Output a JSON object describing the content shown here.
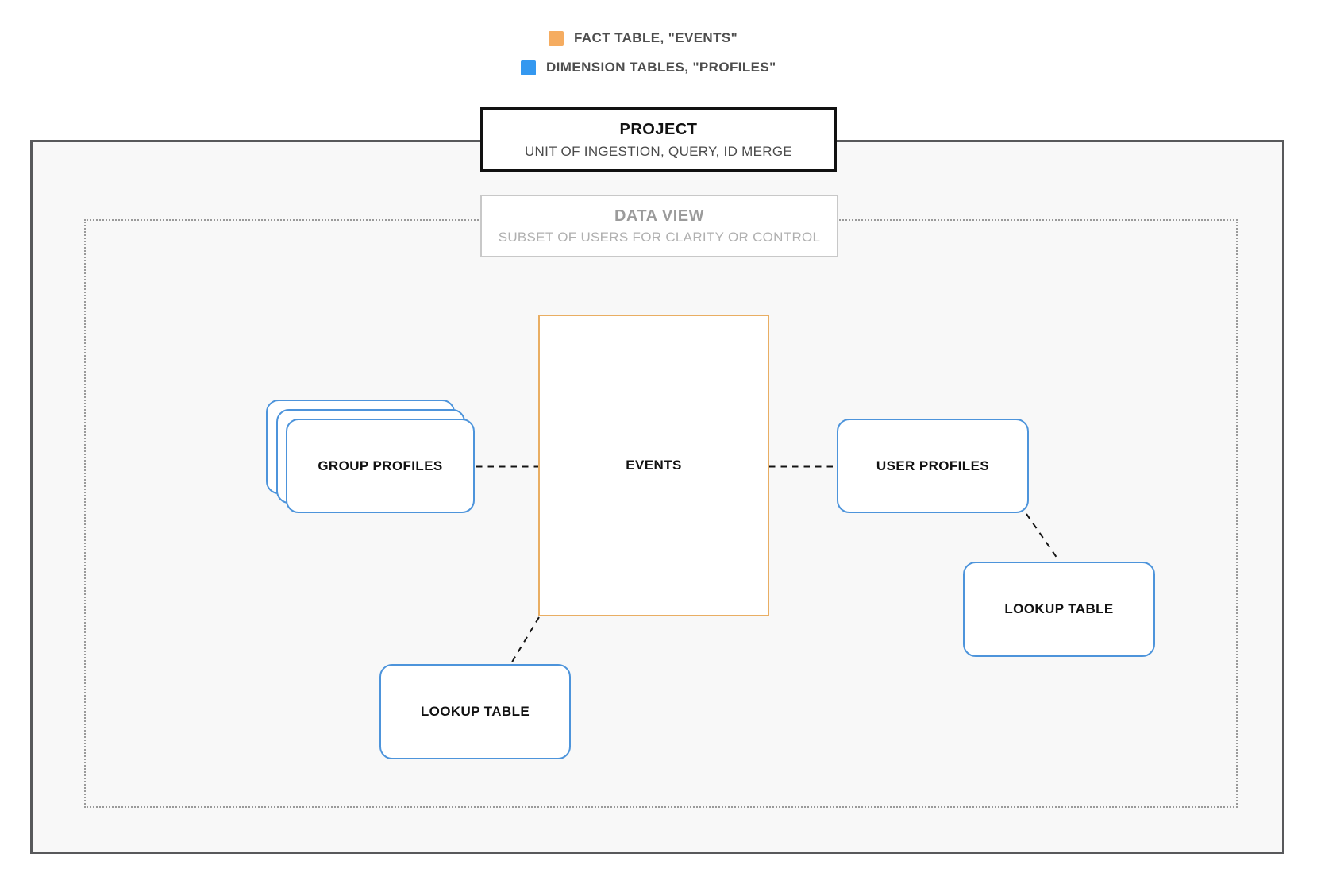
{
  "legend": {
    "items": [
      {
        "name": "fact-table",
        "label": "FACT TABLE, \"EVENTS\"",
        "color": "#F5AC60"
      },
      {
        "name": "dimension-tables",
        "label": "DIMENSION TABLES, \"PROFILES\"",
        "color": "#3498F0"
      }
    ]
  },
  "project": {
    "title": "PROJECT",
    "subtitle": "UNIT OF INGESTION, QUERY, ID MERGE"
  },
  "data_view": {
    "title": "DATA VIEW",
    "subtitle": "SUBSET OF USERS FOR CLARITY OR CONTROL"
  },
  "nodes": {
    "events": {
      "label": "EVENTS",
      "border_color": "#E9AE63"
    },
    "group_profiles": {
      "label": "GROUP PROFILES",
      "border_color": "#4D94DB"
    },
    "user_profiles": {
      "label": "USER PROFILES",
      "border_color": "#4D94DB"
    },
    "lookup_table_right": {
      "label": "LOOKUP TABLE",
      "border_color": "#4D94DB"
    },
    "lookup_table_bottom": {
      "label": "LOOKUP TABLE",
      "border_color": "#4D94DB"
    }
  },
  "colors": {
    "fact_orange": "#F5AC60",
    "dimension_blue": "#3498F0",
    "outer_border": "#58595B",
    "dotted_border": "#9A9A9A",
    "canvas_fill": "#F8F8F8",
    "connector": "#141414"
  }
}
